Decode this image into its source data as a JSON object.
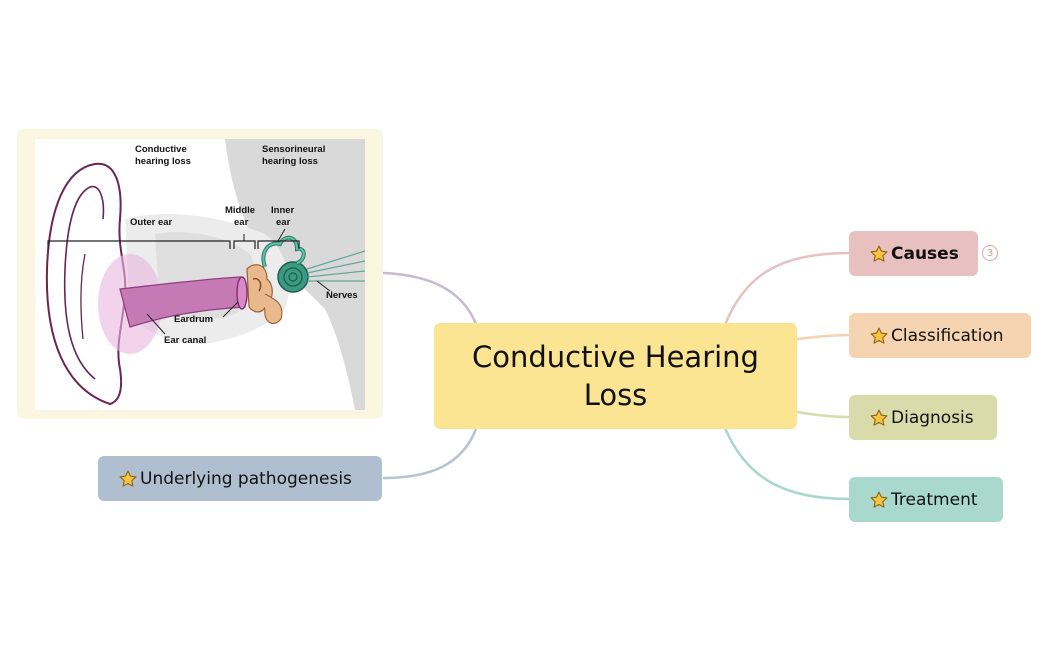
{
  "central": {
    "line1": "Conductive Hearing",
    "line2": "Loss"
  },
  "branches": {
    "causes": {
      "label": "Causes",
      "count": "3"
    },
    "classification": {
      "label": "Classification"
    },
    "diagnosis": {
      "label": "Diagnosis"
    },
    "treatment": {
      "label": "Treatment"
    },
    "pathogenesis": {
      "label": "Underlying pathogenesis"
    }
  },
  "ear_image": {
    "conductive_line1": "Conductive",
    "conductive_line2": "hearing loss",
    "sensorineural_line1": "Sensorineural",
    "sensorineural_line2": "hearing loss",
    "outer_ear": "Outer ear",
    "middle_line1": "Middle",
    "middle_line2": "ear",
    "inner_line1": "Inner",
    "inner_line2": "ear",
    "nerves": "Nerves",
    "eardrum": "Eardrum",
    "ear_canal": "Ear canal"
  },
  "colors": {
    "central": "#fce592",
    "causes": "#e8c0c0",
    "classification": "#f6d4b1",
    "diagnosis": "#d9dcaa",
    "treatment": "#a9d8cc",
    "pathogenesis": "#b0bfd0",
    "image_frame": "#fbf6e0"
  },
  "icons": [
    "star-icon"
  ]
}
